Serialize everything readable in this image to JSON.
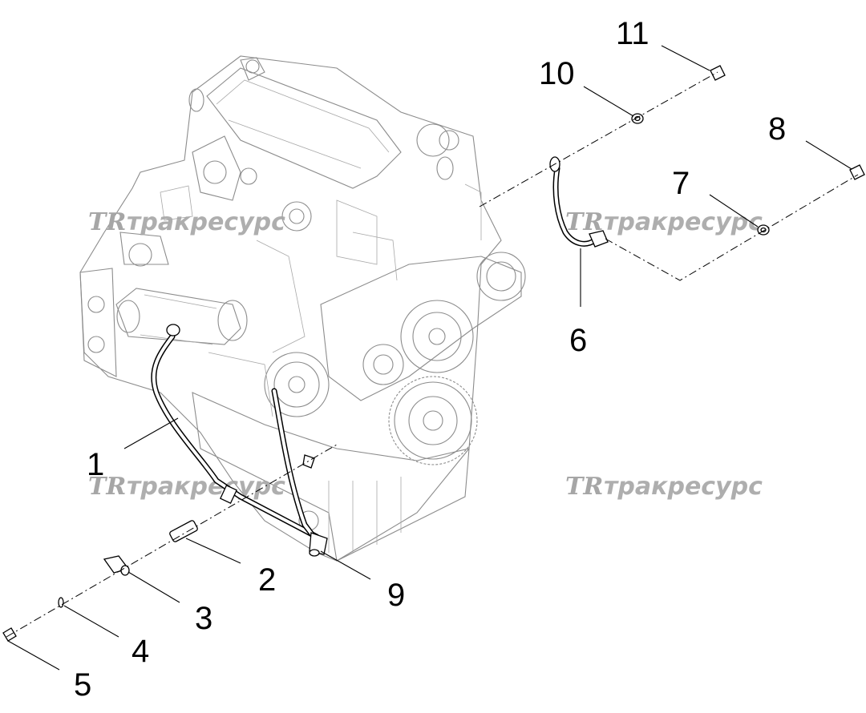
{
  "callouts": {
    "c1": "1",
    "c2": "2",
    "c3": "3",
    "c4": "4",
    "c5": "5",
    "c6": "6",
    "c7": "7",
    "c8": "8",
    "c9": "9",
    "c10": "10",
    "c11": "11"
  },
  "watermark": {
    "logo": "TR",
    "text": "тракресурс",
    "color": "#a6a6a6"
  },
  "colors": {
    "line": "#000000",
    "engine": "#8c8c8c",
    "background": "#ffffff"
  }
}
